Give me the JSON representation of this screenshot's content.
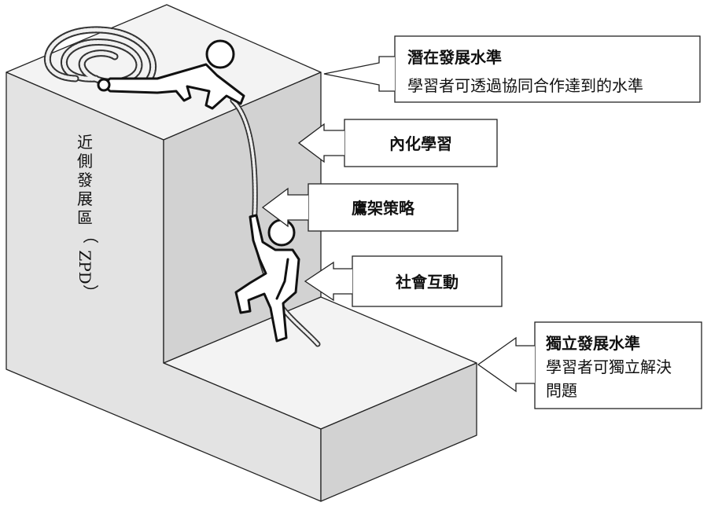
{
  "zpd_label": {
    "chars": [
      "近",
      "側",
      "發",
      "展",
      "區",
      "（",
      "ZPD",
      "）"
    ]
  },
  "callouts": {
    "potential": {
      "title": "潛在發展水準",
      "body": "學習者可透過協同合作達到的水準"
    },
    "internalize": {
      "title": "內化學習"
    },
    "scaffold": {
      "title": "鷹架策略"
    },
    "social": {
      "title": "社會互動"
    },
    "independent": {
      "title": "獨立發展水準",
      "body_line1": "學習者可獨立解決",
      "body_line2": "問題"
    }
  },
  "colors": {
    "block_top": "#f3f3f3",
    "block_front": "#e3e3e3",
    "block_side": "#d2d2d2",
    "outline": "#222222",
    "figure": "#ffffff",
    "rope": "#eeeeee"
  }
}
